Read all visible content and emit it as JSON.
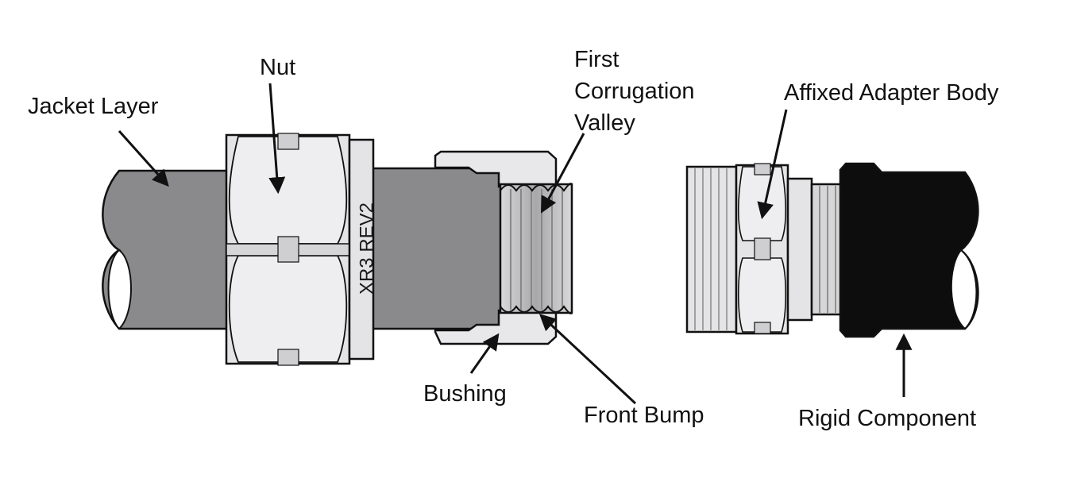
{
  "labels": {
    "jacket_layer": "Jacket Layer",
    "nut": "Nut",
    "first_corrugation_valley": [
      "First",
      "Corrugation",
      "Valley"
    ],
    "affixed_adapter_body": "Affixed Adapter Body",
    "bushing": "Bushing",
    "front_bump": "Front Bump",
    "rigid_component": "Rigid Component"
  },
  "stamp": "XR3 REV2",
  "colors": {
    "cable_jacket": "#8a8a8c",
    "metal_light": "#e4e4e6",
    "metal_mid": "#bdbdc0",
    "rigid_component": "#0d0d0d",
    "outline": "#111111"
  }
}
